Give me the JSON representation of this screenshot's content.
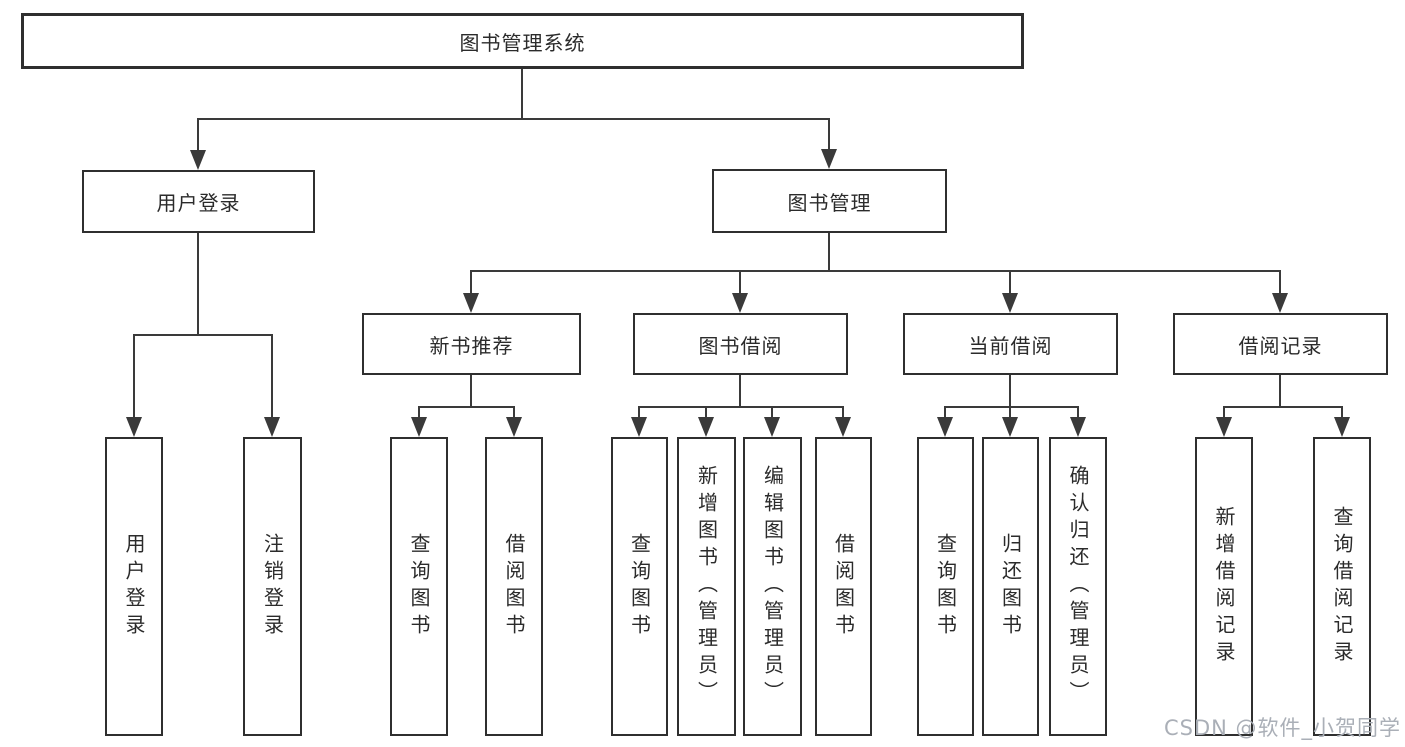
{
  "diagram": {
    "root": {
      "label": "图书管理系统",
      "children": [
        {
          "label": "用户登录",
          "children": [
            {
              "label": "用户登录"
            },
            {
              "label": "注销登录"
            }
          ]
        },
        {
          "label": "图书管理",
          "children": [
            {
              "label": "新书推荐",
              "children": [
                {
                  "label": "查询图书"
                },
                {
                  "label": "借阅图书"
                }
              ]
            },
            {
              "label": "图书借阅",
              "children": [
                {
                  "label": "查询图书"
                },
                {
                  "label": "新增图书（管理员）"
                },
                {
                  "label": "编辑图书（管理员）"
                },
                {
                  "label": "借阅图书"
                }
              ]
            },
            {
              "label": "当前借阅",
              "children": [
                {
                  "label": "查询图书"
                },
                {
                  "label": "归还图书"
                },
                {
                  "label": "确认归还（管理员）"
                }
              ]
            },
            {
              "label": "借阅记录",
              "children": [
                {
                  "label": "新增借阅记录"
                },
                {
                  "label": "查询借阅记录"
                }
              ]
            }
          ]
        }
      ]
    }
  },
  "watermark": {
    "text": "CSDN @软件_小贺同学"
  },
  "colors": {
    "background": "#ffffff",
    "line": "#3a3a3a",
    "border": "#2f2f2f",
    "text": "#2b2b2b",
    "watermark": "#aaafb7"
  }
}
